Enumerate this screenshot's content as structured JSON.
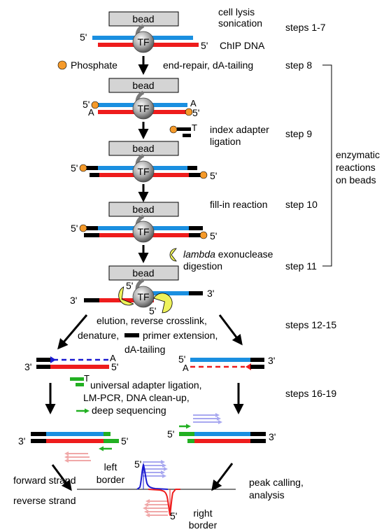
{
  "bead_label": "bead",
  "tf_label": "TF",
  "five_prime": "5'",
  "three_prime": "3'",
  "base_a": "A",
  "base_t": "T",
  "phosphate": "Phosphate",
  "steps": {
    "s1_7": "steps 1-7",
    "s8": "step 8",
    "s9": "step 9",
    "s10": "step 10",
    "s11": "step 11",
    "s12_15": "steps 12-15",
    "s16_19": "steps 16-19"
  },
  "text": {
    "lysis_1": "cell lysis",
    "lysis_2": "sonication",
    "chip_dna": "ChIP DNA",
    "end_repair": "end-repair, dA-tailing",
    "index_1": "index adapter",
    "index_2": "ligation",
    "fillin": "fill-in reaction",
    "lambda_it": "lambda",
    "lambda_rest": " exonuclease",
    "digestion": "digestion",
    "enz_1": "enzymatic",
    "enz_2": "reactions",
    "enz_3": "on beads",
    "elution": "elution, reverse crosslink,",
    "denature": "denature,",
    "primer_ext": "primer extension,",
    "datail": "dA-tailing",
    "ula": "universal adapter ligation,",
    "lmpcr": "LM-PCR, DNA clean-up,",
    "deepseq": "deep sequencing",
    "forward": "forward strand",
    "reverse": "reverse strand",
    "left_1": "left",
    "left_2": "border",
    "right_1": "right",
    "right_2": "border",
    "peak_1": "peak calling,",
    "peak_2": "analysis"
  },
  "colors": {
    "blue": "#1a8fe0",
    "red": "#ee1c1c",
    "black": "#000000",
    "green": "#22b022",
    "orange": "#f59a2a",
    "yellow": "#eef25a",
    "bead_fill": "#d4d4d4",
    "light_blue": "#a8a8f0",
    "light_red": "#f0a8a8",
    "dashed_blue": "#1a1ad0"
  }
}
